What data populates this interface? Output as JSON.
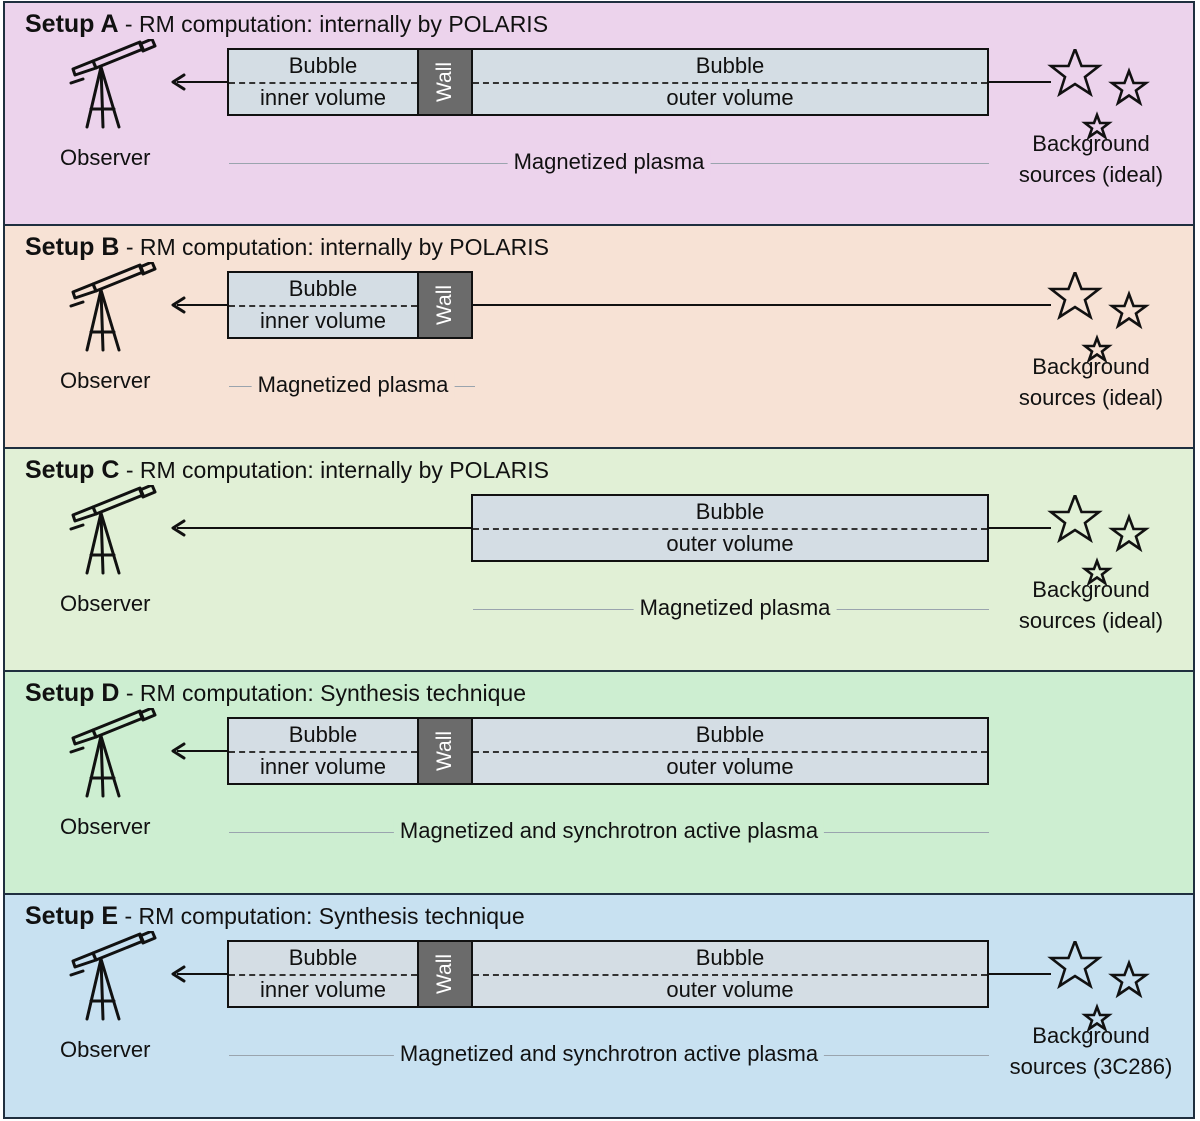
{
  "colors": {
    "panel_a": "#ecd3ec",
    "panel_b": "#f7e2d5",
    "panel_c": "#e1f0d6",
    "panel_d": "#cdeed1",
    "panel_e": "#c8e1f1",
    "bubble": "#d4dde4",
    "wall": "#6b6b6b",
    "border": "#1f2f3f"
  },
  "icons": {
    "observer": "telescope-icon",
    "sources": "stars-icon"
  },
  "setups": [
    {
      "name": "Setup A",
      "subtitle": " - RM computation: internally by POLARIS",
      "observer": "Observer",
      "plasma": "Magnetized plasma",
      "sources": [
        "Background",
        "sources (ideal)"
      ],
      "inner": [
        "Bubble",
        "inner volume"
      ],
      "wall": "Wall",
      "outer": [
        "Bubble",
        "outer volume"
      ]
    },
    {
      "name": "Setup B",
      "subtitle": " - RM computation: internally by POLARIS",
      "observer": "Observer",
      "plasma": "Magnetized plasma",
      "sources": [
        "Background",
        "sources (ideal)"
      ],
      "inner": [
        "Bubble",
        "inner volume"
      ],
      "wall": "Wall"
    },
    {
      "name": "Setup C",
      "subtitle": " - RM computation: internally by POLARIS",
      "observer": "Observer",
      "plasma": "Magnetized plasma",
      "sources": [
        "Background",
        "sources (ideal)"
      ],
      "outer": [
        "Bubble",
        "outer volume"
      ]
    },
    {
      "name": "Setup D",
      "subtitle": " - RM computation: Synthesis technique",
      "observer": "Observer",
      "plasma": "Magnetized and synchrotron active plasma",
      "inner": [
        "Bubble",
        "inner volume"
      ],
      "wall": "Wall",
      "outer": [
        "Bubble",
        "outer volume"
      ]
    },
    {
      "name": "Setup E",
      "subtitle": " - RM computation: Synthesis technique",
      "observer": "Observer",
      "plasma": "Magnetized and synchrotron active plasma",
      "sources": [
        "Background",
        "sources (3C286)"
      ],
      "inner": [
        "Bubble",
        "inner volume"
      ],
      "wall": "Wall",
      "outer": [
        "Bubble",
        "outer volume"
      ]
    }
  ]
}
